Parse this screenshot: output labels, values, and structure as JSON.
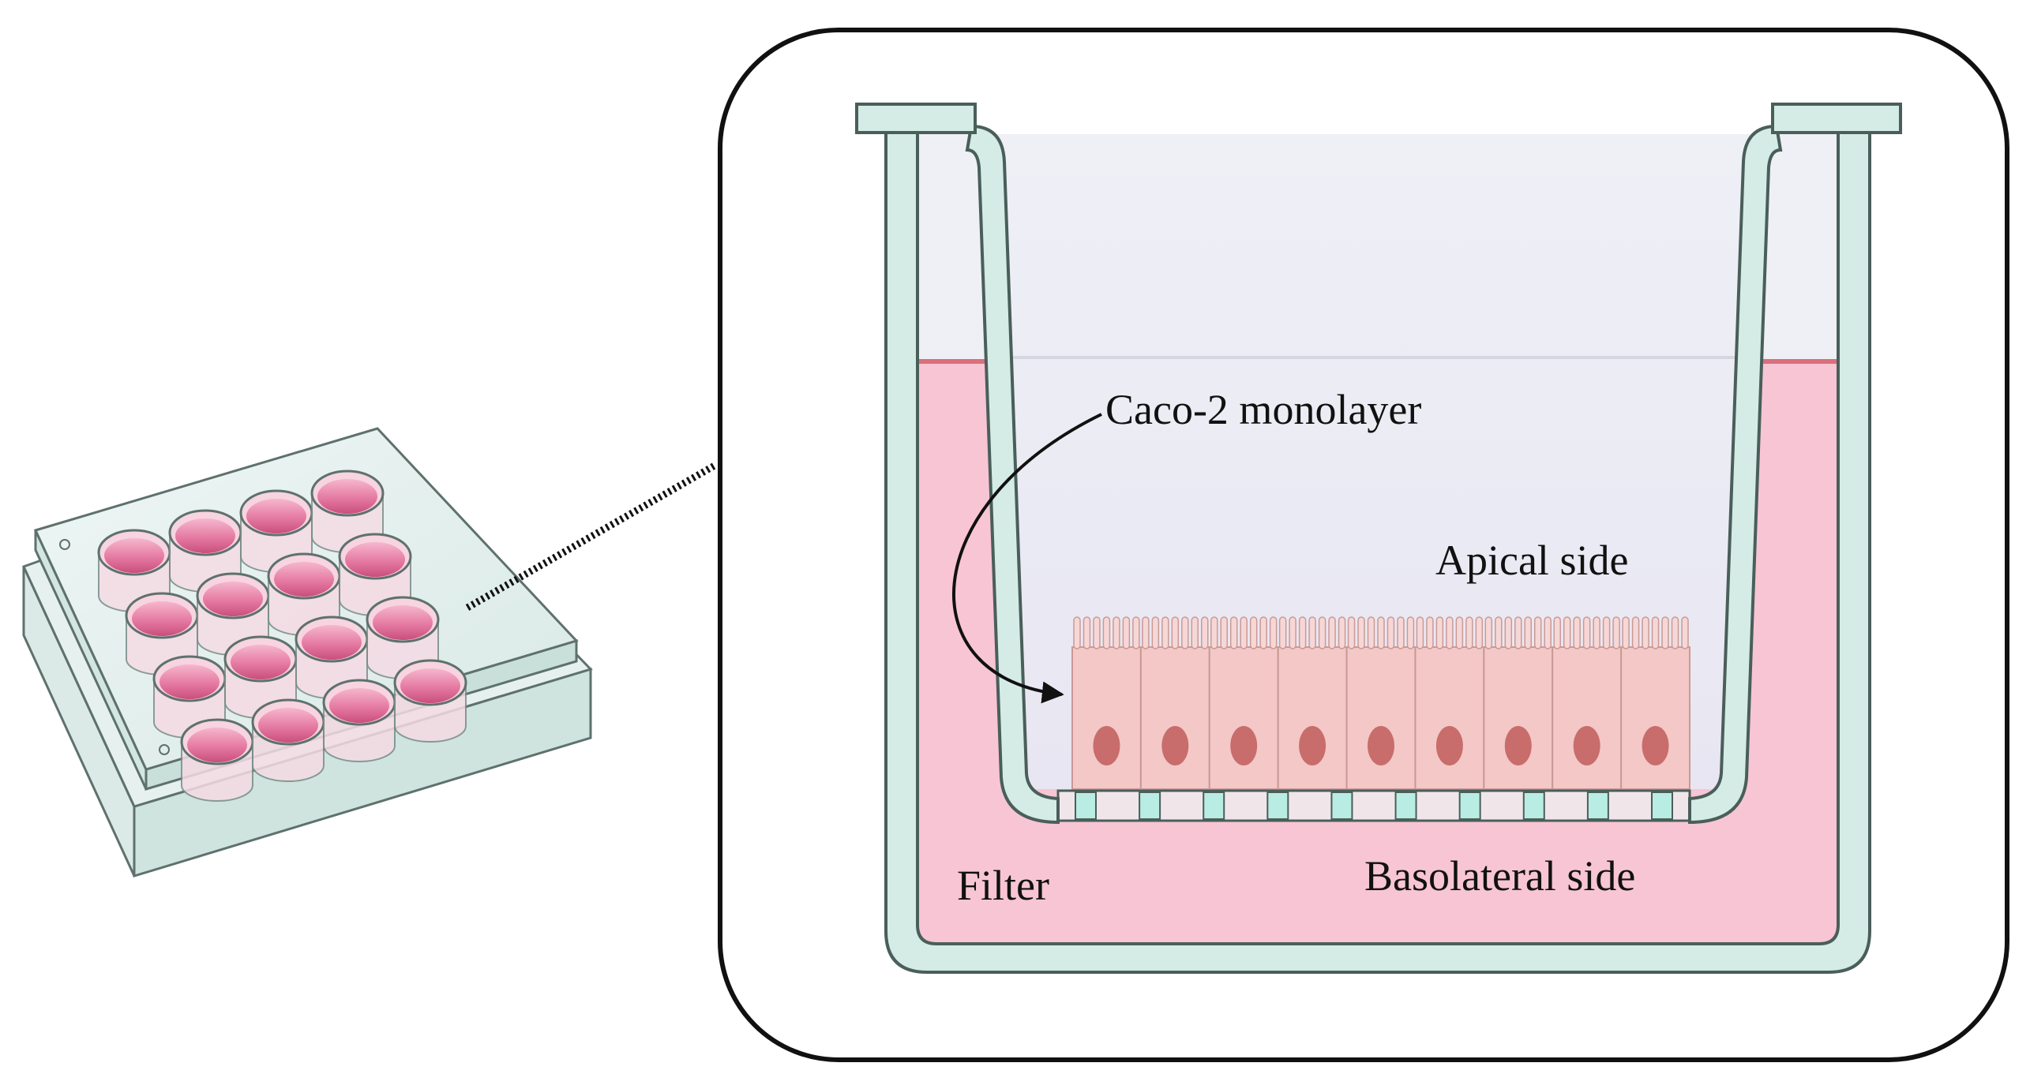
{
  "labels": {
    "monolayer": "Caco-2 monolayer",
    "apical": "Apical side",
    "basolateral": "Basolateral side",
    "filter": "Filter"
  },
  "plate": {
    "rows": 4,
    "cols": 4
  },
  "insert": {
    "cell_count": 9
  },
  "colors": {
    "medium_pink": "#f7c5d4",
    "well_pink": "#e85d8c",
    "insert_wall": "#d4ebe6",
    "outline": "#4a5e5a",
    "cell_fill": "#f3c8c6",
    "nucleus": "#c86d6b",
    "filter_pore": "#b9ece2"
  }
}
